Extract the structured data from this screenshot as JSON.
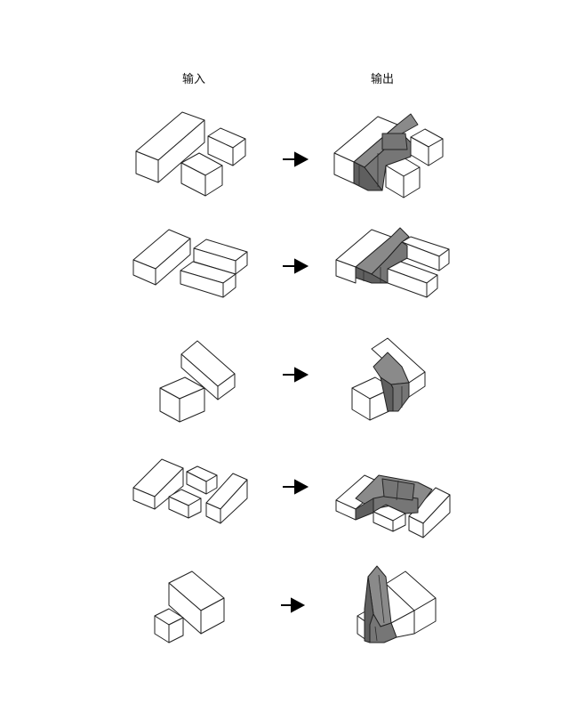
{
  "headers": {
    "input_label": "输入",
    "output_label": "输出"
  },
  "rows": [
    {
      "name": "row-1"
    },
    {
      "name": "row-2"
    },
    {
      "name": "row-3"
    },
    {
      "name": "row-4"
    },
    {
      "name": "row-5"
    }
  ],
  "colors": {
    "line": "#222222",
    "connector_fill": "#7a7a7a",
    "background": "#ffffff"
  }
}
